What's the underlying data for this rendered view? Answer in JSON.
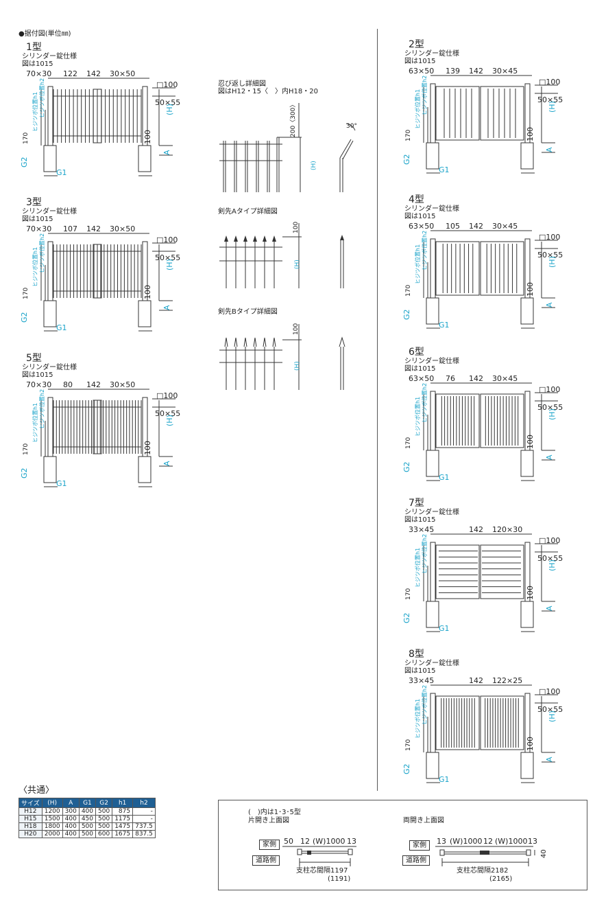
{
  "header": "●据付図(単位㎜)",
  "common_dims": {
    "sq": "□100",
    "post": "50×55",
    "h": "(H)",
    "h100": "100",
    "a": "A",
    "g1": "G1",
    "g2": "G2",
    "v170": "170",
    "h1": "ヒジツボ位置h1",
    "h2": "ヒジツボ位置h2",
    "spec": "シリンダー錠仕様",
    "size": "図は1015"
  },
  "gates": [
    {
      "title": "1型",
      "d1": "70×30",
      "d2": "122",
      "d3": "142",
      "d4": "30×50"
    },
    {
      "title": "3型",
      "d1": "70×30",
      "d2": "107",
      "d3": "142",
      "d4": "30×50"
    },
    {
      "title": "5型",
      "d1": "70×30",
      "d2": "80",
      "d3": "142",
      "d4": "30×50"
    },
    {
      "title": "2型",
      "d1": "63×50",
      "d2": "139",
      "d3": "142",
      "d4": "30×45"
    },
    {
      "title": "4型",
      "d1": "63×50",
      "d2": "105",
      "d3": "142",
      "d4": "30×45"
    },
    {
      "title": "6型",
      "d1": "63×50",
      "d2": "76",
      "d3": "142",
      "d4": "30×45"
    },
    {
      "title": "7型",
      "d1": "33×45",
      "d2": "",
      "d3": "142",
      "d4": "120×30"
    },
    {
      "title": "8型",
      "d1": "33×45",
      "d2": "",
      "d3": "142",
      "d4": "122×25"
    }
  ],
  "details": {
    "shinobi_title": "忍び返し詳細図",
    "shinobi_note": "図はH12・15〈　〉内H18・20",
    "shinobi_dim": "200〈300〉",
    "angle": "30°",
    "a_title": "剣先Aタイプ詳細図",
    "b_title": "剣先Bタイプ詳細図",
    "d100": "100"
  },
  "common_table": {
    "title": "〈共通〉",
    "headers": [
      "サイズ",
      "(H)",
      "A",
      "G1",
      "G2",
      "h1",
      "h2"
    ],
    "rows": [
      [
        "H12",
        "1200",
        "300",
        "400",
        "500",
        "875",
        "-"
      ],
      [
        "H15",
        "1500",
        "400",
        "450",
        "500",
        "1175",
        "-"
      ],
      [
        "H18",
        "1800",
        "400",
        "500",
        "500",
        "1475",
        "737.5"
      ],
      [
        "H20",
        "2000",
        "400",
        "500",
        "600",
        "1675",
        "837.5"
      ]
    ]
  },
  "plan": {
    "note1": "(　)内は1･3･5型",
    "single_title": "片開き上面図",
    "double_title": "両開き上面図",
    "house": "家側",
    "road": "道路側",
    "s_d1": "50",
    "s_d2": "12",
    "s_w": "(W)1000",
    "s_d3": "13",
    "s_pitch": "支柱芯間隔1197",
    "s_pitch2": "(1191)",
    "d_d1": "13",
    "d_w1": "(W)1000",
    "d_d2": "12",
    "d_w2": "(W)1000",
    "d_d3": "13",
    "d_pitch": "支柱芯間隔2182",
    "d_pitch2": "(2165)",
    "d_40": "40"
  }
}
